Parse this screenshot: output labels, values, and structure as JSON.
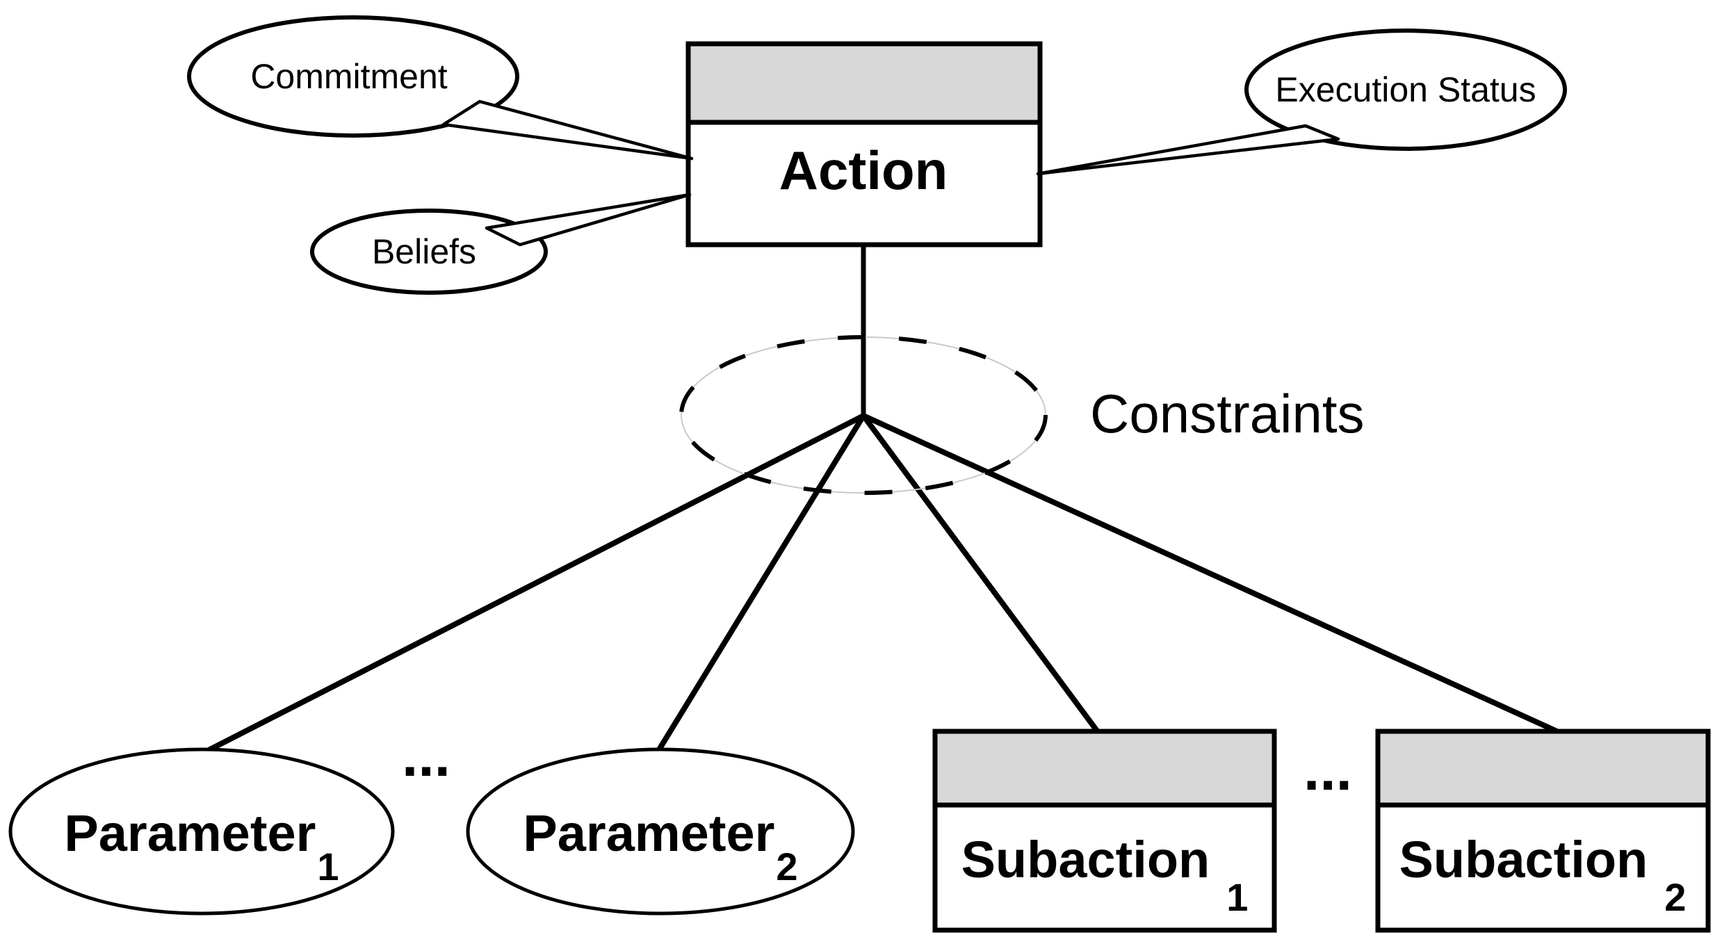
{
  "diagram": {
    "action": {
      "label": "Action"
    },
    "annotations": [
      {
        "id": "commitment",
        "label": "Commitment"
      },
      {
        "id": "beliefs",
        "label": "Beliefs"
      },
      {
        "id": "execution-status",
        "label": "Execution Status"
      }
    ],
    "constraint": {
      "label": "Constraints"
    },
    "parameters": [
      {
        "word": "Parameter",
        "sub": "1"
      },
      {
        "word": "Parameter",
        "sub": "2"
      }
    ],
    "subactions": [
      {
        "word": "Subaction",
        "sub": "1"
      },
      {
        "word": "Subaction",
        "sub": "2"
      }
    ],
    "ellipsis": {
      "parameters": "...",
      "subactions": "..."
    },
    "colors": {
      "stroke": "#000000",
      "header_fill": "#d8d8d8",
      "shape_fill": "#ffffff",
      "faint_ellipse": "#c9c9c9",
      "background": "#ffffff"
    }
  }
}
